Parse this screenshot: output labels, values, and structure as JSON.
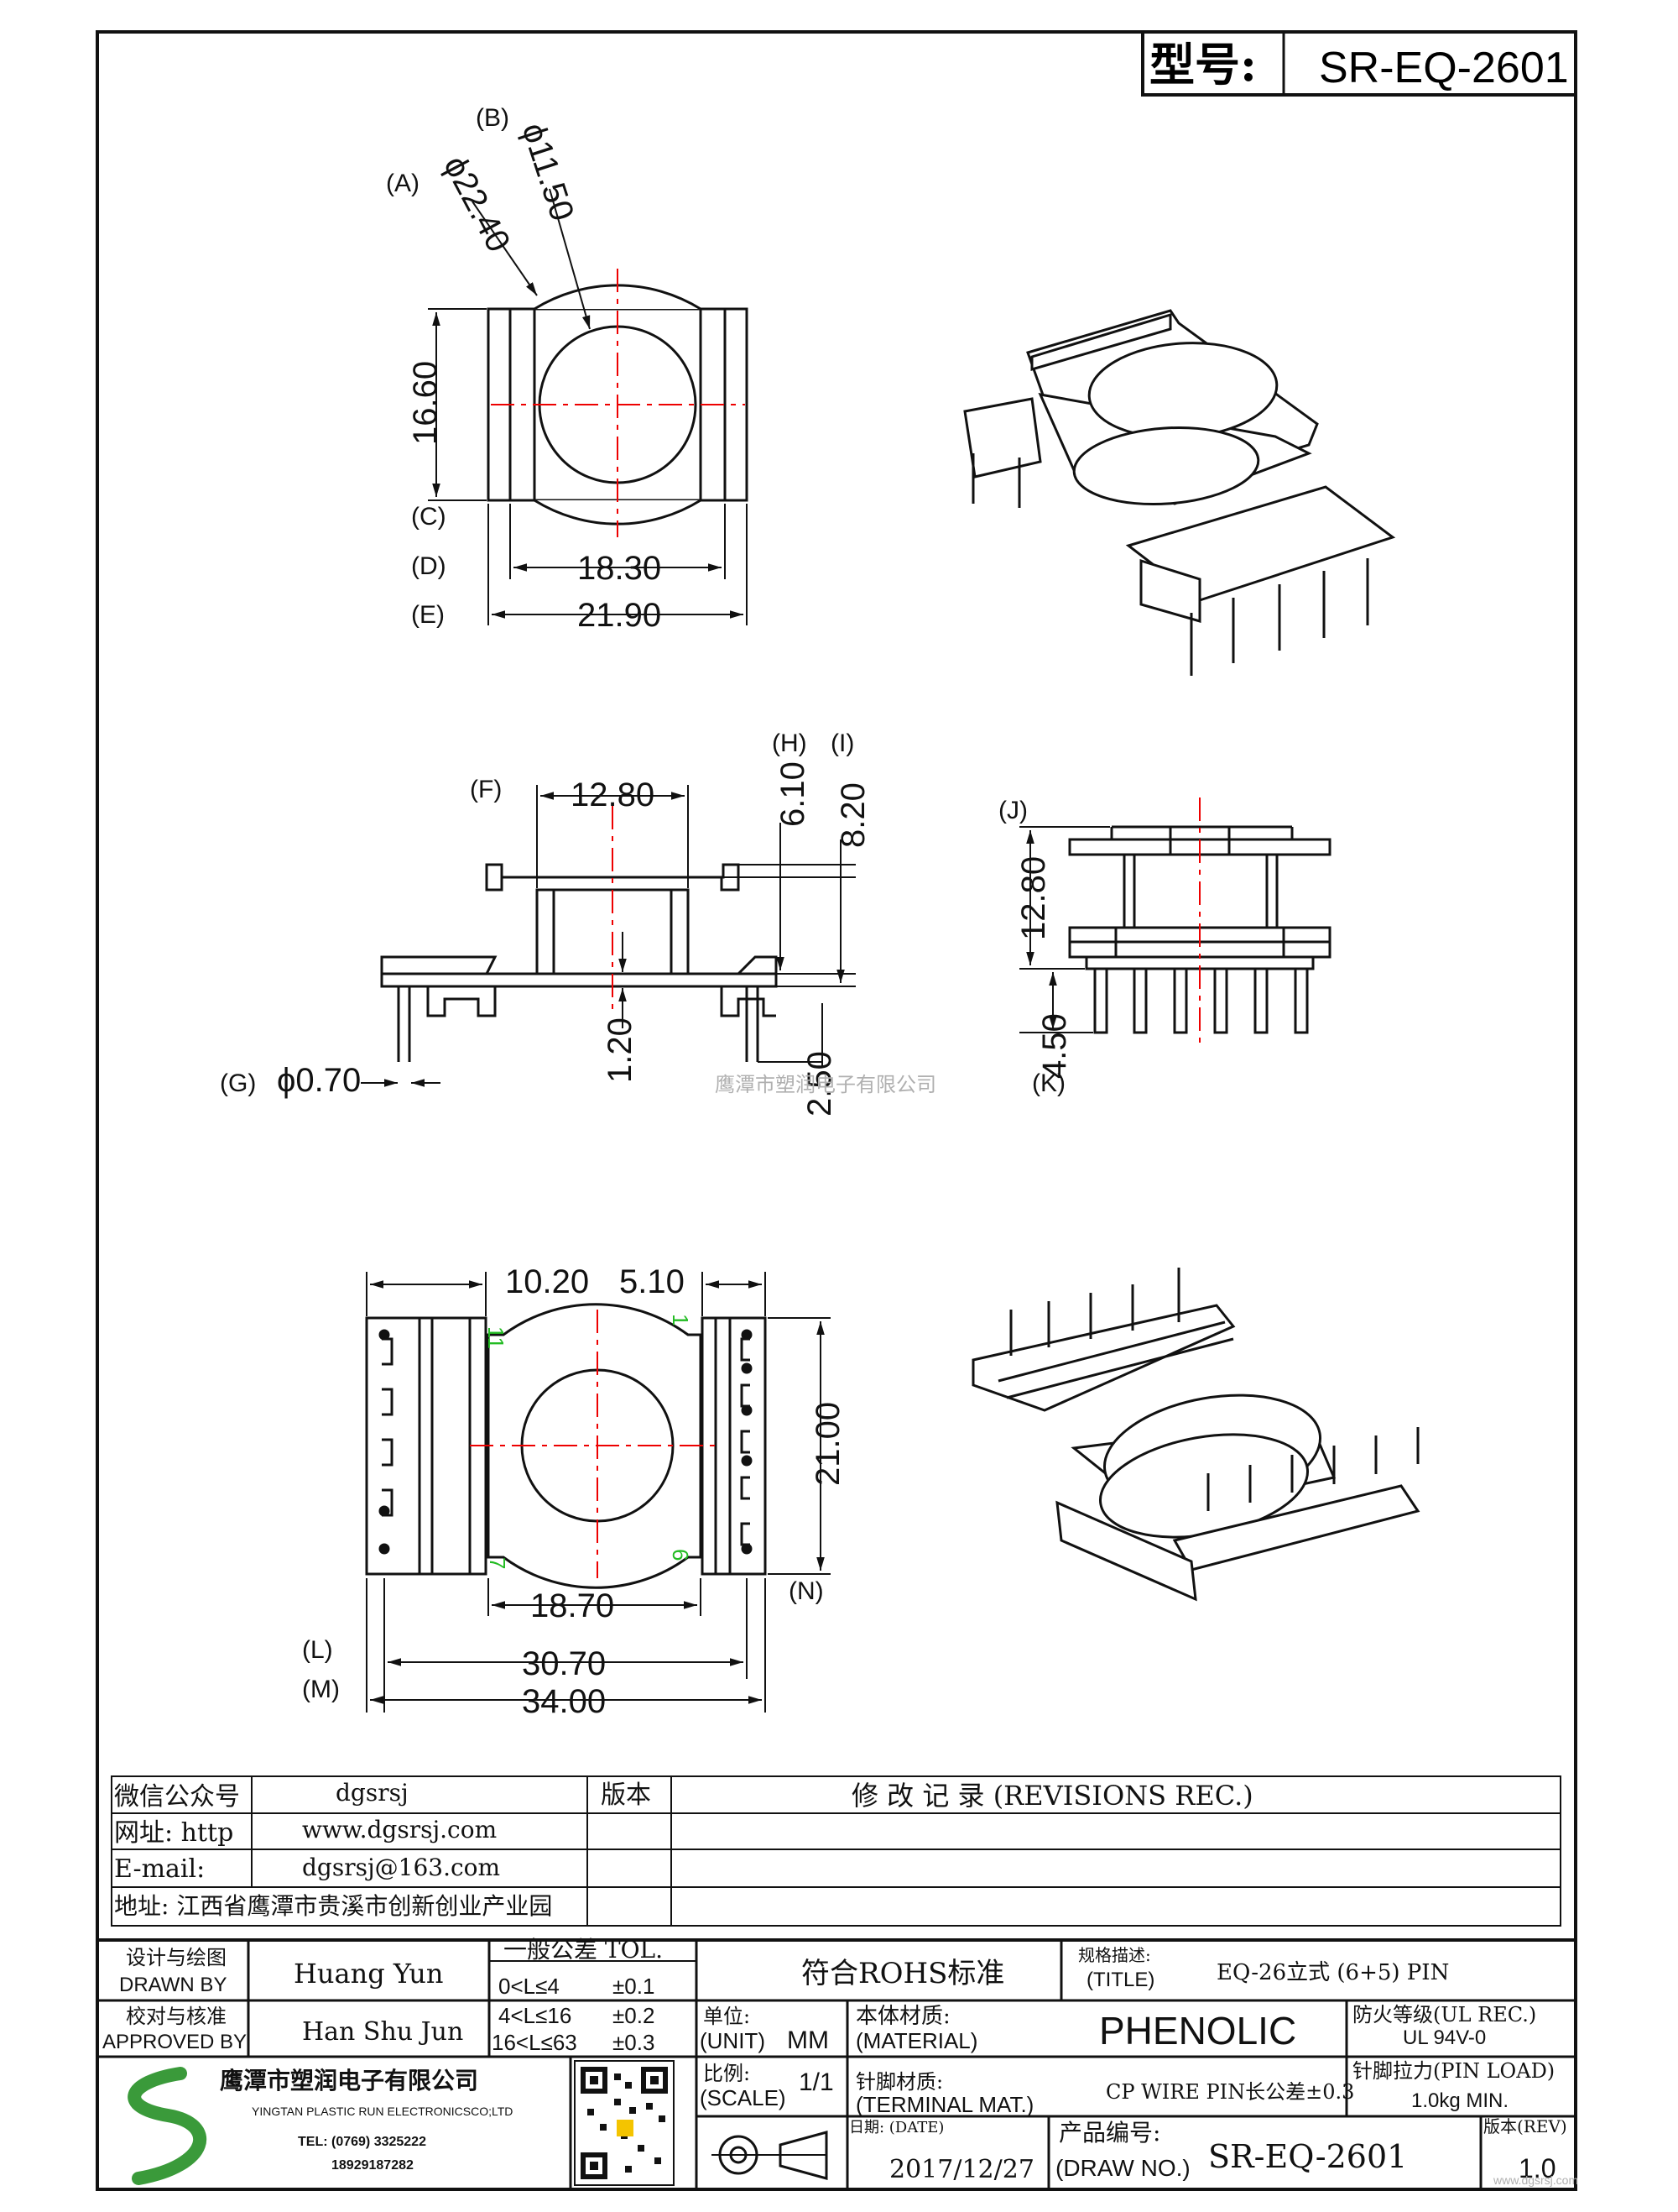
{
  "header": {
    "model_label": "型号:",
    "model_value": "SR-EQ-2601"
  },
  "callouts": {
    "A": "(A)",
    "B": "(B)",
    "C": "(C)",
    "D": "(D)",
    "E": "(E)",
    "F": "(F)",
    "G": "(G)",
    "H": "(H)",
    "I": "(I)",
    "J": "(J)",
    "K": "(K)",
    "L": "(L)",
    "M": "(M)",
    "N": "(N)"
  },
  "dimensions": {
    "a": "ϕ22.40",
    "b": "ϕ11.50",
    "c": "16.60",
    "d": "18.30",
    "e": "21.90",
    "f": "12.80",
    "g": "ϕ0.70",
    "h": "6.10",
    "i": "8.20",
    "h2": "1.20",
    "k2": "2.50",
    "j": "12.80",
    "k": "4.50",
    "top_left": "10.20",
    "top_right": "5.10",
    "n": "21.00",
    "inner": "18.70",
    "l": "30.70",
    "m": "34.00"
  },
  "pin_numbers": {
    "p11": "11",
    "p1": "1",
    "p7": "7",
    "p6": "6"
  },
  "watermark": "鹰潭市塑润电子有限公司",
  "corner_watermark": "www.dgsrsj.com",
  "info": {
    "wechat_label": "微信公众号",
    "wechat_value": "dgsrsj",
    "web_label": "网址: http",
    "web_value": "www.dgsrsj.com",
    "email_label": "E-mail:",
    "email_value": "dgsrsj@163.com",
    "address": "地址: 江西省鹰潭市贵溪市创新创业产业园",
    "version_label": "版本",
    "revisions_title": "修 改 记 录  (REVISIONS REC.)"
  },
  "title_block": {
    "drawn_label_cn": "设计与绘图",
    "drawn_label_en": "DRAWN BY",
    "drawn_value": "Huang Yun",
    "approved_label_cn": "校对与核准",
    "approved_label_en": "APPROVED BY",
    "approved_value": "Han Shu Jun",
    "tol_title": "一般公差 TOL.",
    "tol_rows": [
      {
        "range": "0<L≤4",
        "value": "±0.1"
      },
      {
        "range": "4<L≤16",
        "value": "±0.2"
      },
      {
        "range": "16<L≤63",
        "value": "±0.3"
      }
    ],
    "rohs": "符合ROHS标准",
    "title_label_cn": "规格描述:",
    "title_label_en": "(TITLE)",
    "title_value": "EQ-26立式 (6+5) PIN",
    "unit_label_cn": "单位:",
    "unit_label_en": "(UNIT)",
    "unit_value": "MM",
    "material_label_cn": "本体材质:",
    "material_label_en": "(MATERIAL)",
    "material_value": "PHENOLIC",
    "fire_label": "防火等级(UL REC.)",
    "fire_value": "UL 94V-0",
    "company_cn": "鹰潭市塑润电子有限公司",
    "company_en": "YINGTAN PLASTIC RUN ELECTRONICSCO;LTD",
    "tel": "TEL: (0769) 3325222",
    "mobile": "18929187282",
    "scale_label_cn": "比例:",
    "scale_label_en": "(SCALE)",
    "scale_value": "1/1",
    "terminal_label_cn": "针脚材质:",
    "terminal_label_en": "(TERMINAL MAT.)",
    "terminal_value": "CP WIRE  PIN长公差±0.3",
    "pinload_label": "针脚拉力(PIN LOAD)",
    "pinload_value": "1.0kg MIN.",
    "date_label": "日期: (DATE)",
    "date_value": "2017/12/27",
    "drawno_label_cn": "产品编号:",
    "drawno_label_en": "(DRAW NO.)",
    "drawno_value": "SR-EQ-2601",
    "rev_label": "版本(REV)",
    "rev_value": "1.0"
  },
  "colors": {
    "line": "#111111",
    "centerline": "#e00000",
    "pin_label": "#22bb22",
    "watermark": "#b0b0b0"
  }
}
